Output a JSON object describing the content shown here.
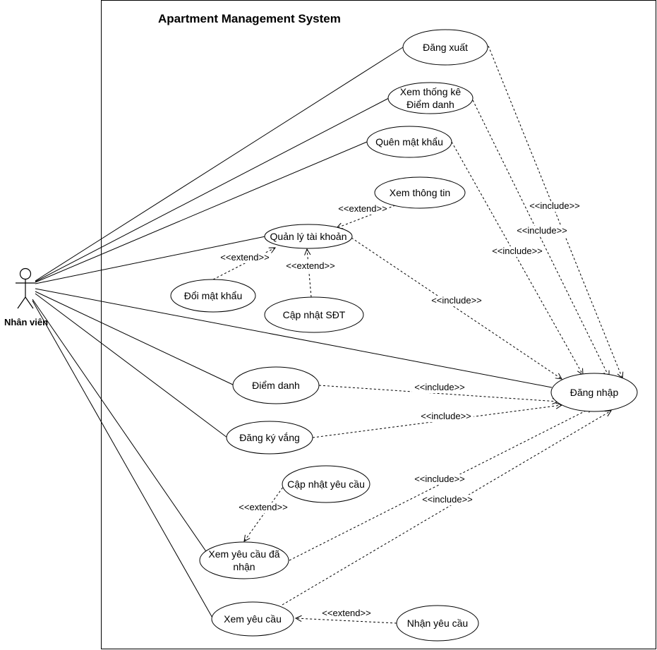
{
  "system": {
    "title": "Apartment Management System"
  },
  "actor": {
    "name": "Nhân viên"
  },
  "use_cases": {
    "dang_xuat": [
      "Đăng xuất"
    ],
    "xem_thong_ke": [
      "Xem thống kê",
      "Điểm danh"
    ],
    "quen_mat_khau": [
      "Quên mật khẩu"
    ],
    "xem_thong_tin": [
      "Xem thông tin"
    ],
    "quan_ly_tai_khoan": [
      "Quản lý tài khoản"
    ],
    "doi_mat_khau": [
      "Đổi mật khẩu"
    ],
    "cap_nhat_sdt": [
      "Cập nhật SĐT"
    ],
    "diem_danh": [
      "Điểm danh"
    ],
    "dang_ky_vang": [
      "Đăng ký vắng"
    ],
    "dang_nhap": [
      "Đăng nhập"
    ],
    "cap_nhat_yeu_cau": [
      "Cập nhật yêu cầu"
    ],
    "xem_yeu_cau_da_nhan": [
      "Xem yêu cầu đã",
      "nhận"
    ],
    "xem_yeu_cau": [
      "Xem yêu cầu"
    ],
    "nhan_yeu_cau": [
      "Nhận yêu cầu"
    ]
  },
  "associations": [
    "dang_xuat",
    "xem_thong_ke",
    "quen_mat_khau",
    "quan_ly_tai_khoan",
    "diem_danh",
    "dang_ky_vang",
    "dang_nhap",
    "xem_yeu_cau_da_nhan",
    "xem_yeu_cau"
  ],
  "relationships": [
    {
      "id": "inc-dang-xuat",
      "from": "dang_xuat",
      "to": "dang_nhap",
      "type": "include",
      "label": "<<include>>"
    },
    {
      "id": "inc-xem-thong-ke",
      "from": "xem_thong_ke",
      "to": "dang_nhap",
      "type": "include",
      "label": "<<include>>"
    },
    {
      "id": "inc-quen-mat-khau",
      "from": "quen_mat_khau",
      "to": "dang_nhap",
      "type": "include",
      "label": "<<include>>"
    },
    {
      "id": "inc-quan-ly-tai-khoan",
      "from": "quan_ly_tai_khoan",
      "to": "dang_nhap",
      "type": "include",
      "label": "<<include>>"
    },
    {
      "id": "inc-diem-danh",
      "from": "diem_danh",
      "to": "dang_nhap",
      "type": "include",
      "label": "<<include>>"
    },
    {
      "id": "inc-dang-ky-vang",
      "from": "dang_ky_vang",
      "to": "dang_nhap",
      "type": "include",
      "label": "<<include>>"
    },
    {
      "id": "inc-xem-yeu-cau-da-nhan",
      "from": "xem_yeu_cau_da_nhan",
      "to": "dang_nhap",
      "type": "include",
      "label": "<<include>>"
    },
    {
      "id": "inc-xem-yeu-cau",
      "from": "xem_yeu_cau",
      "to": "dang_nhap",
      "type": "include",
      "label": "<<include>>"
    },
    {
      "id": "ext-xem-thong-tin",
      "from": "xem_thong_tin",
      "to": "quan_ly_tai_khoan",
      "type": "extend",
      "label": "<<extend>>"
    },
    {
      "id": "ext-doi-mat-khau",
      "from": "doi_mat_khau",
      "to": "quan_ly_tai_khoan",
      "type": "extend",
      "label": "<<extend>>"
    },
    {
      "id": "ext-cap-nhat-sdt",
      "from": "cap_nhat_sdt",
      "to": "quan_ly_tai_khoan",
      "type": "extend",
      "label": "<<extend>>"
    },
    {
      "id": "ext-cap-nhat-yeu-cau",
      "from": "cap_nhat_yeu_cau",
      "to": "xem_yeu_cau_da_nhan",
      "type": "extend",
      "label": "<<extend>>"
    },
    {
      "id": "ext-nhan-yeu-cau",
      "from": "nhan_yeu_cau",
      "to": "xem_yeu_cau",
      "type": "extend",
      "label": "<<extend>>"
    }
  ]
}
